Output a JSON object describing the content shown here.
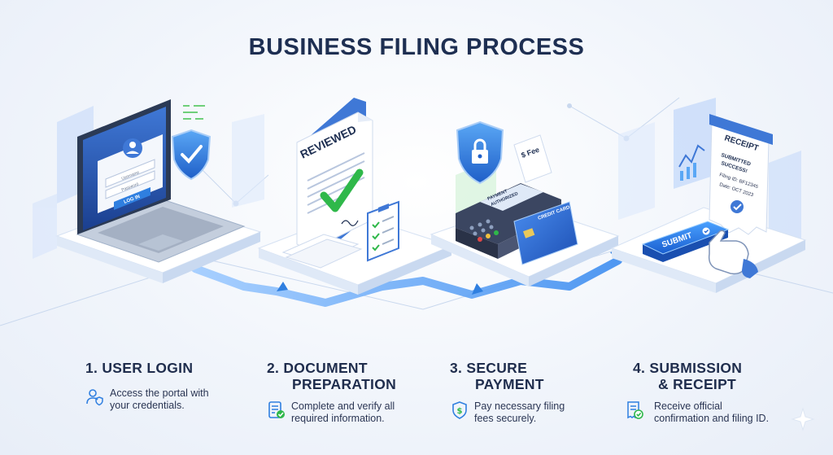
{
  "title": "BUSINESS FILING PROCESS",
  "illustration": {
    "login_screen": {
      "username": "Username",
      "password": "Password",
      "button": "LOG IN"
    },
    "document": {
      "stamp": "REVIEWED"
    },
    "payment": {
      "receipt": "$ Fee",
      "terminal_screen": [
        "PAYMENT",
        "AUTHORIZED"
      ],
      "card_label": "CREDIT CARD"
    },
    "submission": {
      "button": "SUBMIT",
      "receipt_title": "RECEIPT",
      "receipt_lines": [
        "SUBMITTED",
        "SUCCESS!",
        "Filing ID: BF12345",
        "Date: OCT 2023"
      ]
    }
  },
  "steps": [
    {
      "title_lines": [
        "1. USER LOGIN"
      ],
      "desc_lines": [
        "Access the portal with",
        "your credentials."
      ],
      "icon": "user-shield-icon"
    },
    {
      "title_lines": [
        "2. DOCUMENT",
        "PREPARATION"
      ],
      "desc_lines": [
        "Complete and verify all",
        "required information."
      ],
      "icon": "checklist-icon"
    },
    {
      "title_lines": [
        "3. SECURE",
        "PAYMENT"
      ],
      "desc_lines": [
        "Pay necessary filing",
        "fees securely."
      ],
      "icon": "shield-dollar-icon"
    },
    {
      "title_lines": [
        "4. SUBMISSION",
        "& RECEIPT"
      ],
      "desc_lines": [
        "Receive official",
        "confirmation and filing ID."
      ],
      "icon": "receipt-check-icon"
    }
  ],
  "colors": {
    "accent": "#2f7fe0",
    "success": "#2fb84a",
    "title": "#1e2f52",
    "platform": "#ffffff",
    "flow": "#5aa7f5"
  }
}
